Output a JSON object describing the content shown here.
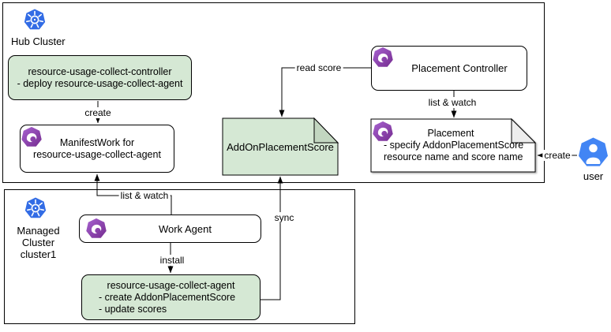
{
  "hub": {
    "label": "Hub Cluster"
  },
  "managed": {
    "label_line1": "Managed Cluster",
    "label_line2": "cluster1"
  },
  "user": {
    "label": "user"
  },
  "nodes": {
    "controller": {
      "line1": "resource-usage-collect-controller",
      "line2": "- deploy resource-usage-collect-agent"
    },
    "manifestwork": {
      "line1": "ManifestWork for",
      "line2": "resource-usage-collect-agent"
    },
    "addon_score": {
      "label": "AddOnPlacementScore"
    },
    "placement_controller": {
      "label": "Placement Controller"
    },
    "placement": {
      "line1": "Placement",
      "line2": "- specify AddonPlacementScore",
      "line3": "resource name and score name"
    },
    "work_agent": {
      "label": "Work Agent"
    },
    "agent": {
      "line1": "resource-usage-collect-agent",
      "line2": "- create AddonPlacementScore",
      "line3": "- update scores"
    }
  },
  "edges": {
    "create_manifestwork": "create",
    "read_score": "read score",
    "list_watch_placement": "list & watch",
    "create_placement": "create",
    "list_watch_manifestwork": "list & watch",
    "install": "install",
    "sync": "sync"
  },
  "icons": {
    "kubernetes": "wheel-in-heptagon",
    "ocm": "swirl-in-heptagon",
    "user": "person-in-heptagon"
  },
  "colors": {
    "green_fill": "#d5e8d4",
    "green_fold": "#c2d6c0",
    "doc_fill": "#ffffff",
    "doc_fold": "#ededed",
    "k8s_blue": "#326ce5",
    "ocm_purple_light": "#a661cf",
    "ocm_purple_dark": "#762d91",
    "user_blue": "#4285f4",
    "line": "#000000"
  }
}
